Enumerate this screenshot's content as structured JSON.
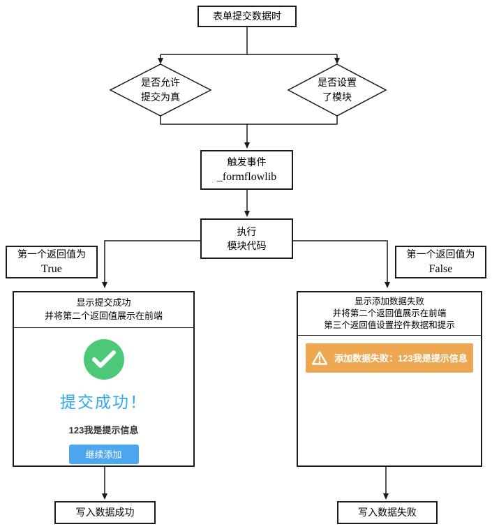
{
  "flow": {
    "start": {
      "label": "表单提交数据时"
    },
    "decision_left": {
      "label": "是否允许\n提交为真"
    },
    "decision_right": {
      "label": "是否设置\n了模块"
    },
    "trigger_event": {
      "line1": "触发事件",
      "line2": "_formflowlib"
    },
    "execute": {
      "label": "执行\n模块代码"
    },
    "branch_true": {
      "line1": "第一个返回值为",
      "line2": "True"
    },
    "branch_false": {
      "line1": "第一个返回值为",
      "line2": "False"
    },
    "success_panel": {
      "header": "显示提交成功\n并将第二个返回值展示在前端",
      "title": "提交成功！",
      "message": "123我是提示信息",
      "button_label": "继续添加"
    },
    "failure_panel": {
      "header": "显示添加数据失败\n并将第二个返回值展示在前端\n第三个返回值设置控件数据和提示",
      "alert_text": "添加数据失败：123我是提示信息"
    },
    "end_success": {
      "label": "写入数据成功"
    },
    "end_failure": {
      "label": "写入数据失败"
    }
  },
  "icons": {
    "success": "check-circle-icon",
    "warning": "warning-triangle-icon"
  },
  "colors": {
    "success_green": "#4dc878",
    "accent_blue": "#2da9f2",
    "button_blue": "#4da6f0",
    "alert_orange": "#eda750"
  }
}
